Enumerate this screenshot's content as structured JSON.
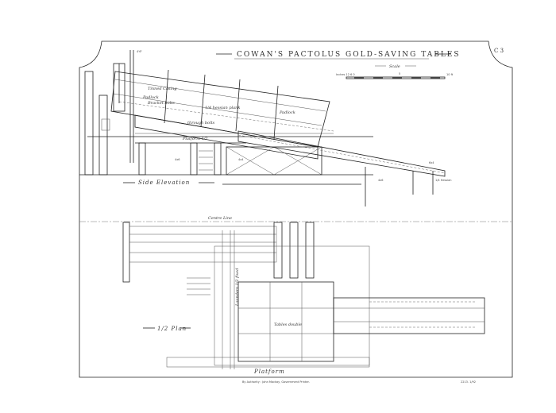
{
  "sheet": {
    "code": "C 3",
    "title": "COWAN'S PACTOLUS GOLD-SAVING TABLES",
    "scale_label": "Scale",
    "scale_left": "Inches 12 6 0",
    "scale_mid": "5",
    "scale_right": "10 ft",
    "imprint": "By Authority : John Mackay, Government Printer.",
    "ref": "2213. 1/92"
  },
  "elevation": {
    "heading": "Side Elevation",
    "labels": {
      "casing": "Tinned Casing",
      "padlock_left": "Padlock",
      "bracket": "Bracket bolts",
      "plank": "1/4 hessian plank",
      "padlock_right": "Padlock",
      "through": "through bolts",
      "platform": "Platform 1/2",
      "dim1": "4'6\"",
      "dim2": "4x6",
      "dim3": "4x4",
      "dim4": "6x4",
      "dim5": "4x6",
      "hessian": "1/4 Hessian"
    }
  },
  "plan": {
    "heading": "1/2 Plan",
    "centre_line": "Centre Line",
    "tables": "Tables double",
    "platform": "Platform",
    "launder": "Launders 1/2 fixed"
  }
}
